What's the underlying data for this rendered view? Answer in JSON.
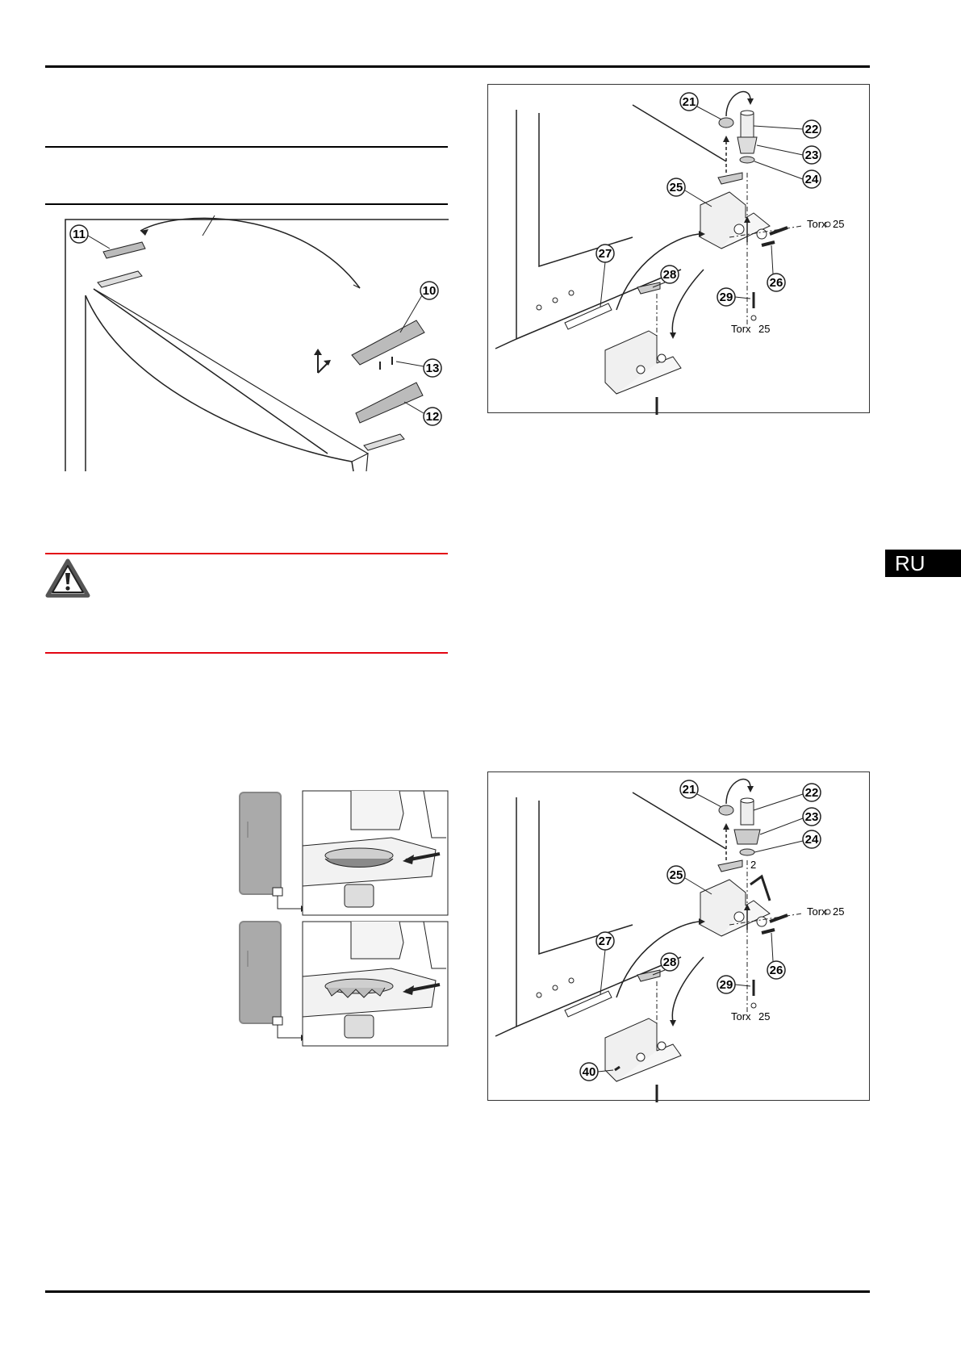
{
  "language_tab": {
    "label": "RU"
  },
  "figure_top_left": {
    "callouts": [
      "11",
      "10",
      "13",
      "12"
    ]
  },
  "figure_top_right": {
    "callouts": [
      "21",
      "22",
      "23",
      "24",
      "25",
      "26",
      "27",
      "28",
      "29"
    ],
    "torx_label": "Torx",
    "torx_size": "25"
  },
  "figure_bottom_right": {
    "callouts": [
      "21",
      "22",
      "23",
      "24",
      "25",
      "26",
      "27",
      "28",
      "29",
      "40"
    ],
    "torx_label": "Torx",
    "torx_size": "25",
    "hex_key_size": "2"
  }
}
